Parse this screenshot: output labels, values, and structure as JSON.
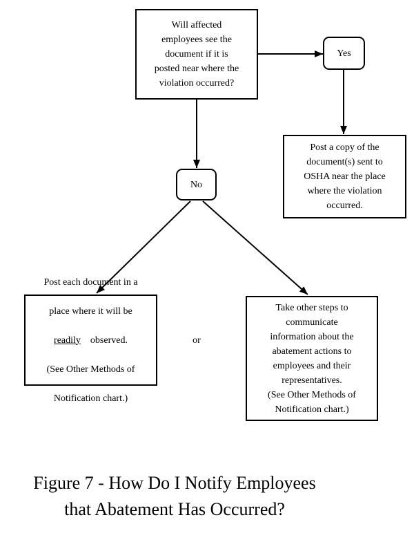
{
  "figure": {
    "caption": "Figure 7 - How Do I Notify Employees\nthat Abatement Has Occurred?"
  },
  "flowchart": {
    "question_box": {
      "text": "Will affected\nemployees see the\ndocument if it is\nposted near where the\nviolation occurred?"
    },
    "yes_box": {
      "label": "Yes"
    },
    "no_box": {
      "label": "No"
    },
    "post_copy_box": {
      "text": "Post a copy of the\ndocument(s) sent to\nOSHA near the place\nwhere the violation\noccurred."
    },
    "post_each_box": {
      "line1": "Post each document in a",
      "line2": "place where it will be",
      "line3_underlined": "readily",
      "line3_rest": "observed.",
      "line4": "(See Other Methods of",
      "line5": "Notification chart.)"
    },
    "take_steps_box": {
      "text": "Take other steps to\ncommunicate\ninformation about the\nabatement actions to\nemployees and their\nrepresentatives.\n(See Other Methods of\nNotification chart.)"
    },
    "or_label": "or"
  },
  "colors": {
    "ink": "#000000",
    "background": "#ffffff"
  }
}
